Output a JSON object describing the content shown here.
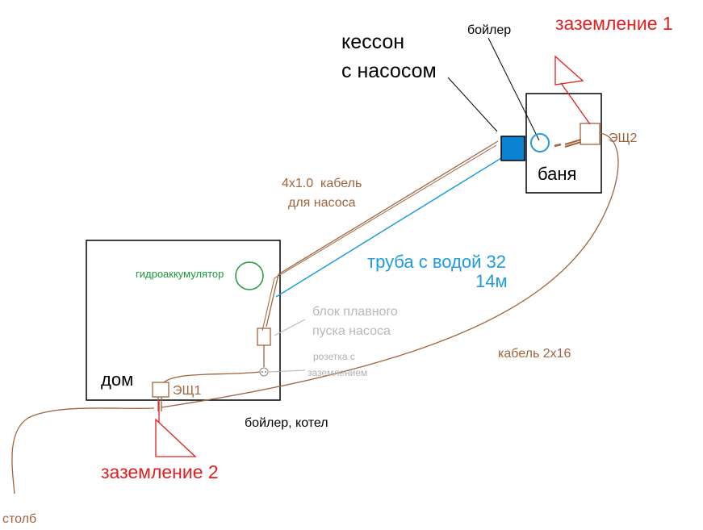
{
  "labels": {
    "caisson": [
      "кессон",
      "с насосом"
    ],
    "boiler_top": "бойлер",
    "grounding_1": "заземление 1",
    "bath": "баня",
    "panel_2": "ЭЩ2",
    "pump_cable": [
      "4х1.0  кабель",
      "для насоса"
    ],
    "pipe": [
      "труба с водой 32",
      "14м"
    ],
    "accumulator": "гидроаккумулятор",
    "soft_start": [
      "блок плавного",
      "пуска насоса"
    ],
    "socket": [
      "розетка с",
      "заземлением"
    ],
    "house": "дом",
    "panel_1": "ЭЩ1",
    "cable_2x16": "кабель 2х16",
    "boiler_bottom": "бойлер, котел",
    "grounding_2": "заземление 2",
    "pole": "столб"
  },
  "colors": {
    "outline": "#000000",
    "cable": "#a0643c",
    "pipe": "#1e9be0",
    "pump": "#0a82d2",
    "grounding": "#e02020",
    "accumulator": "#1a9a3a",
    "soft_start_text": "#b8b8b8",
    "socket_text": "#b0b0b0"
  }
}
